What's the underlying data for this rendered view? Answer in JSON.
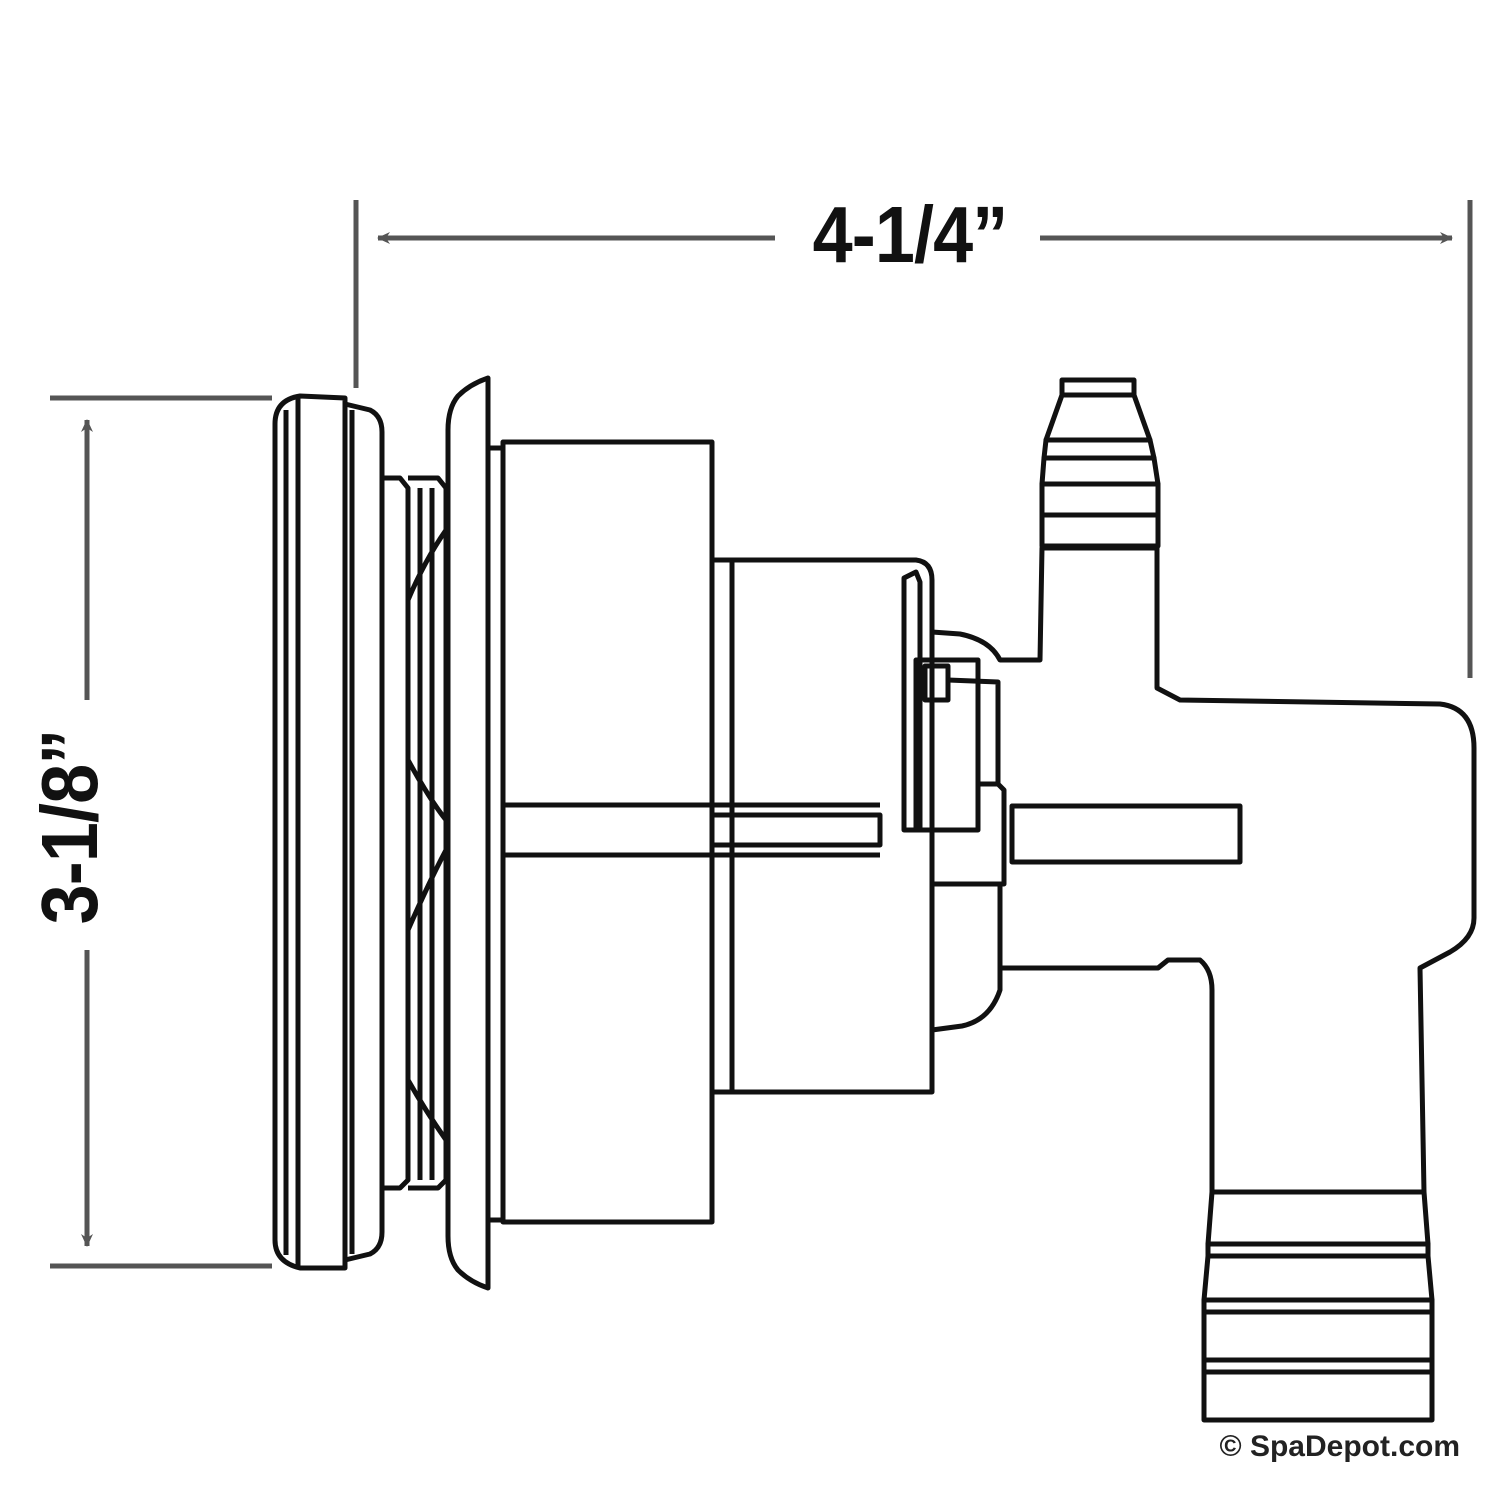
{
  "dimensions": {
    "width_label": "4-1/4”",
    "height_label": "3-1/8”"
  },
  "watermark": "© SpaDepot.com",
  "colors": {
    "outline": "#111111",
    "dimension_lines": "#555555",
    "background": "#ffffff"
  }
}
